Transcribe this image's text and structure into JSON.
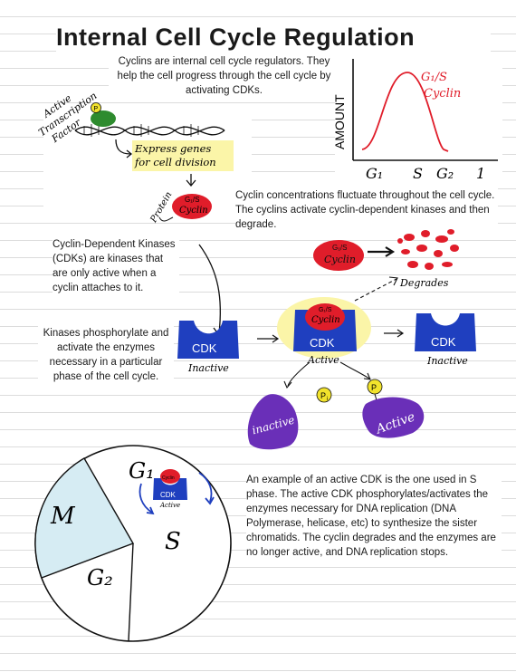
{
  "title": "Internal Cell Cycle Regulation",
  "intro": "Cyclins are internal cell cycle regulators. They help the cell progress through the cell cycle by activating CDKs.",
  "graph": {
    "y_label": "AMOUNT",
    "x_ticks": [
      "G₁",
      "S",
      "G₂",
      "1"
    ],
    "curve_label_line1": "G₁/S",
    "curve_label_line2": "Cyclin"
  },
  "gene_diagram": {
    "factor_label_line1": "Active",
    "factor_label_line2": "Transcription",
    "factor_label_line3": "Factor",
    "factor_badge": "P",
    "express_line1": "Express genes",
    "express_line2": "for cell division",
    "protein_label": "Protein",
    "cyclin_top": "G₁/S",
    "cyclin_bottom": "Cyclin"
  },
  "text_fluctuate": "Cyclin concentrations fluctuate throughout the cell cycle. The cyclins activate cyclin-dependent kinases and then degrade.",
  "text_cdk_def": "Cyclin-Dependent Kinases (CDKs) are kinases that are only active when a cyclin attaches to it.",
  "text_phosphorylate": "Kinases phosphorylate and activate the enzymes necessary in a particular phase of the cell cycle.",
  "cdk_process": {
    "cdk_label": "CDK",
    "inactive_label": "Inactive",
    "active_label": "Active",
    "degrades_label": "Degrades",
    "cyclin_top": "G₁/S",
    "cyclin_bottom": "Cyclin",
    "phosphate": "P",
    "phosphate_sub": "i",
    "enzyme_inactive": "inactive",
    "enzyme_active": "Active"
  },
  "cycle_circle": {
    "m_label": "M",
    "g1_label": "G₁",
    "s_label": "S",
    "g2_label": "G₂",
    "mini_cdk": "CDK",
    "mini_active": "Active",
    "mini_cyclin": "Cyclin"
  },
  "text_example": "An example of an active CDK is the one used in S phase. The active CDK phosphorylates/activates the enzymes necessary for DNA replication (DNA Polymerase, helicase, etc) to synthesize the sister chromatids. The cyclin degrades and the enzymes are no longer active, and DNA replication stops.",
  "colors": {
    "cdk_blue": "#1f3fbf",
    "cyclin_red": "#e01d2a",
    "enzyme_purple": "#6a2fb8",
    "phosphate_yellow": "#f2e32c",
    "highlight_yellow": "#fbf5a8",
    "m_phase_blue": "#d6ecf3"
  }
}
